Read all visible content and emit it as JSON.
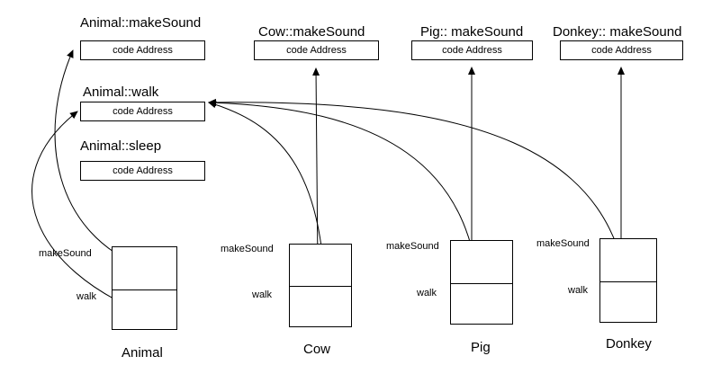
{
  "functions": {
    "animal_make_sound": {
      "name": "Animal::makeSound",
      "box": "code Address"
    },
    "animal_walk": {
      "name": "Animal::walk",
      "box": "code Address"
    },
    "animal_sleep": {
      "name": "Animal::sleep",
      "box": "code Address"
    },
    "cow_make_sound": {
      "name": "Cow::makeSound",
      "box": "code Address"
    },
    "pig_make_sound": {
      "name": "Pig:: makeSound",
      "box": "code Address"
    },
    "donkey_make_sound": {
      "name": "Donkey:: makeSound",
      "box": "code Address"
    }
  },
  "objects": {
    "animal": {
      "label": "Animal",
      "slot1": "makeSound",
      "slot2": "walk"
    },
    "cow": {
      "label": "Cow",
      "slot1": "makeSound",
      "slot2": "walk"
    },
    "pig": {
      "label": "Pig",
      "slot1": "makeSound",
      "slot2": "walk"
    },
    "donkey": {
      "label": "Donkey",
      "slot1": "makeSound",
      "slot2": "walk"
    }
  },
  "colors": {
    "line": "#000000",
    "background": "#ffffff"
  }
}
